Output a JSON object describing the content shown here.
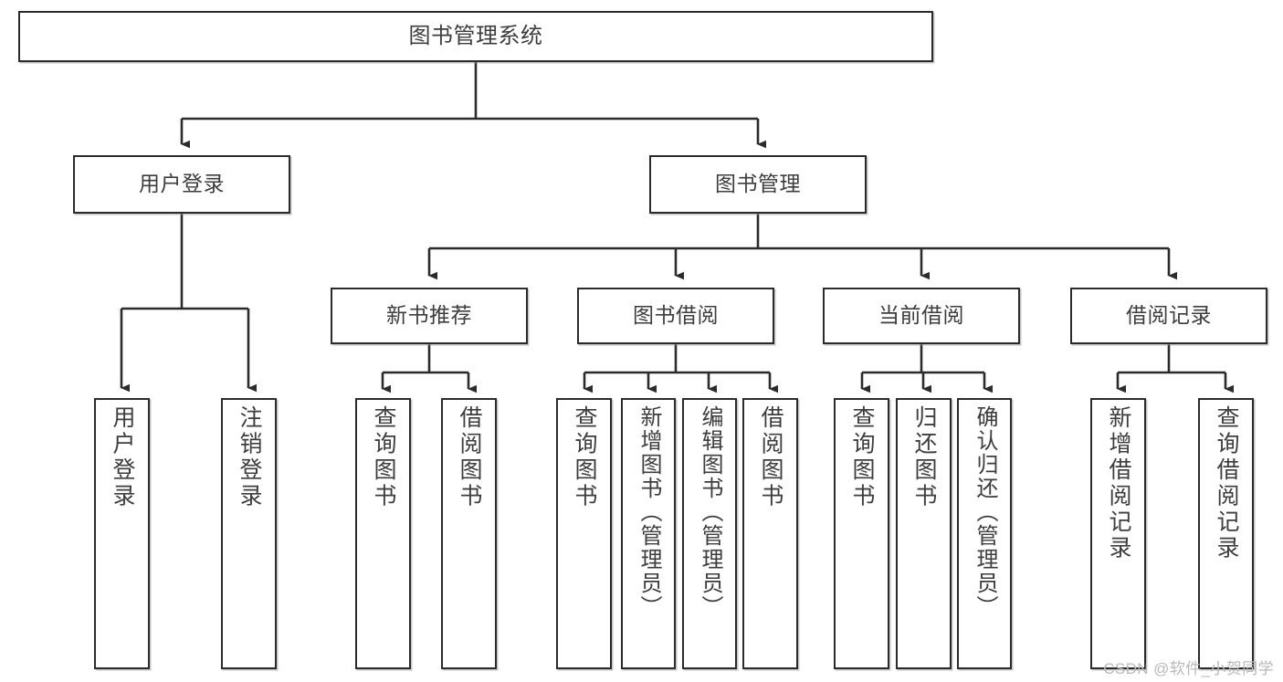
{
  "diagram": {
    "title": "图书管理系统",
    "type": "tree",
    "watermark": "CSDN @软件_小贺同学",
    "stroke_color": "#2b2b2b",
    "text_color": "#3d3d3d",
    "background_color": "#ffffff",
    "root": {
      "label": "图书管理系统"
    },
    "level2": [
      {
        "label": "用户登录"
      },
      {
        "label": "图书管理"
      }
    ],
    "level3": [
      {
        "label": "新书推荐"
      },
      {
        "label": "图书借阅"
      },
      {
        "label": "当前借阅"
      },
      {
        "label": "借阅记录"
      }
    ],
    "leaves": {
      "user_login": [
        {
          "label": "用户登录"
        },
        {
          "label": "注销登录"
        }
      ],
      "new_book_recommend": [
        {
          "label": "查询图书"
        },
        {
          "label": "借阅图书"
        }
      ],
      "book_borrow": [
        {
          "label": "查询图书"
        },
        {
          "label": "新增图书（管理员）"
        },
        {
          "label": "编辑图书（管理员）"
        },
        {
          "label": "借阅图书"
        }
      ],
      "current_borrow": [
        {
          "label": "查询图书"
        },
        {
          "label": "归还图书"
        },
        {
          "label": "确认归还（管理员）"
        }
      ],
      "borrow_record": [
        {
          "label": "新增借阅记录"
        },
        {
          "label": "查询借阅记录"
        }
      ]
    }
  }
}
